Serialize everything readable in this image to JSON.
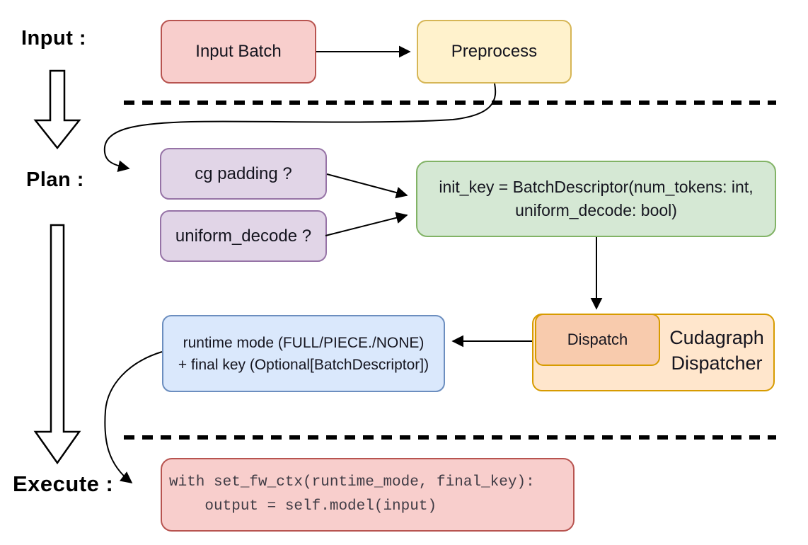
{
  "diagram": {
    "stage_labels": {
      "input": "Input :",
      "plan": "Plan :",
      "execute": "Execute :"
    },
    "nodes": {
      "input_batch": "Input Batch",
      "preprocess": "Preprocess",
      "cg_padding": "cg padding ?",
      "uniform_decode": "uniform_decode ?",
      "init_key_line1": "init_key = BatchDescriptor(num_tokens: int,",
      "init_key_line2": "uniform_decode: bool)",
      "dispatch": "Dispatch",
      "cudagraph_dispatcher": "Cudagraph Dispatcher",
      "runtime_mode_line1": "runtime mode (FULL/PIECE./NONE)",
      "runtime_mode_line2": "+ final key (Optional[BatchDescriptor])",
      "code_line1": "with set_fw_ctx(runtime_mode, final_key):",
      "code_line2": "    output = self.model(input)"
    },
    "colors": {
      "red_fill": "#F8CECC",
      "red_stroke": "#B85450",
      "yellow_fill": "#FFF2CC",
      "yellow_stroke": "#D6B656",
      "purple_fill": "#E1D5E7",
      "purple_stroke": "#9673A6",
      "green_fill": "#D5E8D4",
      "green_stroke": "#82B366",
      "orange_fill": "#FFE6CC",
      "orange_inner_fill": "#F8CBAD",
      "orange_stroke": "#D79B00",
      "blue_fill": "#DAE8FC",
      "blue_stroke": "#6C8EBF",
      "connector": "#000000"
    }
  }
}
